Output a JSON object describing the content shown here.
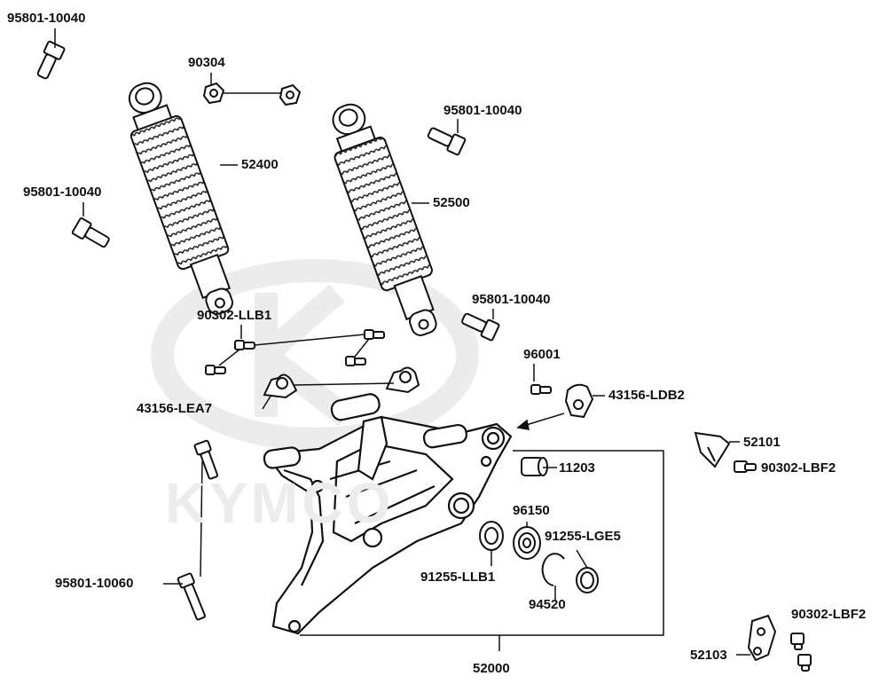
{
  "watermark": {
    "logo_text": "KYMCO"
  },
  "labels": {
    "p95801_10040_a": "95801-10040",
    "p90304": "90304",
    "p52400": "52400",
    "p95801_10040_b": "95801-10040",
    "p52500": "52500",
    "p95801_10040_c": "95801-10040",
    "p95801_10040_d": "95801-10040",
    "p90302_llb1": "90302-LLB1",
    "p96001": "96001",
    "p43156_ldb2": "43156-LDB2",
    "p43156_lea7": "43156-LEA7",
    "p52101": "52101",
    "p90302_lbf2_a": "90302-LBF2",
    "p11203": "11203",
    "p96150": "96150",
    "p91255_lge5": "91255-LGE5",
    "p95801_10060": "95801-10060",
    "p91255_llb1": "91255-LLB1",
    "p94520": "94520",
    "p90302_lbf2_b": "90302-LBF2",
    "p52103": "52103",
    "p52000": "52000"
  }
}
